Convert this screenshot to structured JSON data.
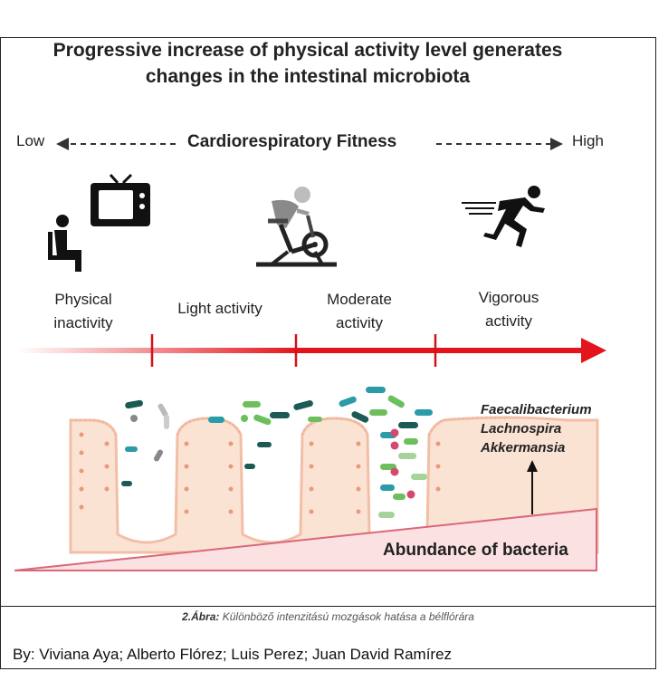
{
  "title_line1": "Progressive increase of physical activity level generates",
  "title_line2": "changes in the intestinal microbiota",
  "fitness_axis": {
    "low_label": "Low",
    "center_label": "Cardiorespiratory Fitness",
    "high_label": "High"
  },
  "stages": [
    {
      "line1": "Physical",
      "line2": "inactivity",
      "icon": "sitting-person-tv-icon"
    },
    {
      "line1": "Light activity",
      "line2": "",
      "icon": "stationary-bike-icon"
    },
    {
      "line1": "Moderate",
      "line2": "activity",
      "icon": ""
    },
    {
      "line1": "Vigorous",
      "line2": "activity",
      "icon": "running-person-icon"
    }
  ],
  "bacteria": [
    "Faecalibacterium",
    "Lachnospira",
    "Akkermansia"
  ],
  "abundance_label": "Abundance of bacteria",
  "caption": {
    "prefix": "2.Ábra:",
    "text": " Különböző intenzitású mozgások hatása a bélflórára"
  },
  "authors": "By: Viviana Aya; Alberto Flórez; Luis Perez; Juan David Ramírez",
  "colors": {
    "arrow_red": "#e3141b",
    "villi_fill": "#fbe3d4",
    "villi_stroke": "#f2bfa6",
    "wedge_fill": "#fbe1e1",
    "wedge_stroke": "#d9687a",
    "teal": "#2a9ba8",
    "dark_teal": "#1c5a55",
    "green": "#6cbf5c",
    "pink": "#d44a6e"
  }
}
